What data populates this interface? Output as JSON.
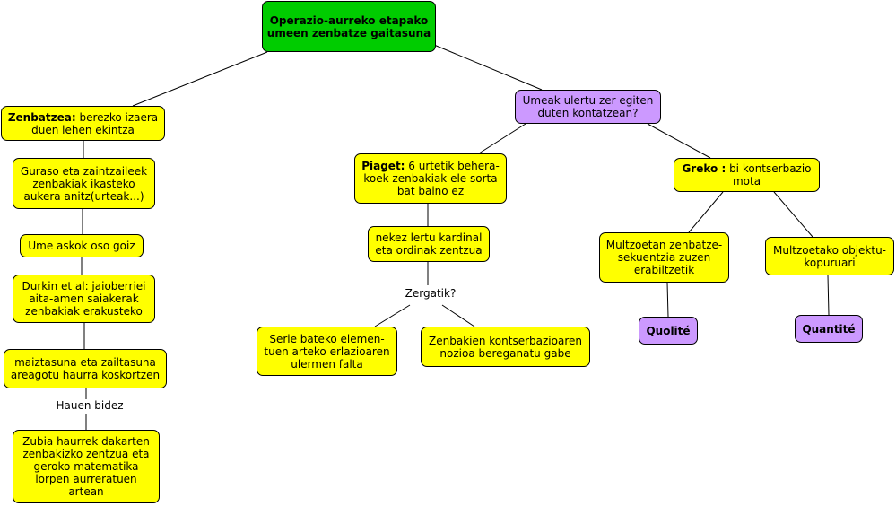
{
  "root": "Operazio-aurreko etapako umeen zenbatze gaitasuna",
  "left": {
    "zenbatzea_bold": "Zenbatzea:",
    "zenbatzea_rest": " berezko izaera duen lehen ekintza",
    "guraso": "Guraso eta zaintzaileek zenbakiak ikasteko aukera anitz(urteak...)",
    "ume": "Ume askok oso goiz",
    "durkin": "Durkin et al: jaioberriei aita-amen saiakerak zenbakiak erakusteko",
    "maiztasuna": "maiztasuna eta zailtasuna areagotu haurra koskortzen",
    "link_label": "Hauen bidez",
    "zubia": "Zubia haurrek dakarten zenbakizko zentzua eta geroko matematika lorpen aurreratuen artean"
  },
  "right": {
    "umeak": "Umeak ulertu zer egiten duten kontatzean?",
    "piaget_bold": "Piaget:",
    "piaget_rest": " 6 urtetik behera-koek zenbakiak ele sorta bat baino ez",
    "nekez": "nekez lertu kardinal eta ordinak zentzua",
    "zergatik": "Zergatik?",
    "serie": "Serie bateko elemen-tuen arteko erlazioaren ulermen falta",
    "kontserbazio": "Zenbakien kontserbazioaren nozioa bereganatu gabe",
    "greko_bold": "Greko :",
    "greko_rest": " bi kontserbazio mota",
    "multzoetan": "Multzoetan zenbatze-sekuentzia zuzen erabiltzetik",
    "multzoetako": "Multzoetako objektu-kopuruari",
    "qualite": "Quolité",
    "quantite": "Quantité"
  },
  "colors": {
    "root": "#00cc00",
    "concept": "#ffff00",
    "question": "#cc99ff"
  }
}
